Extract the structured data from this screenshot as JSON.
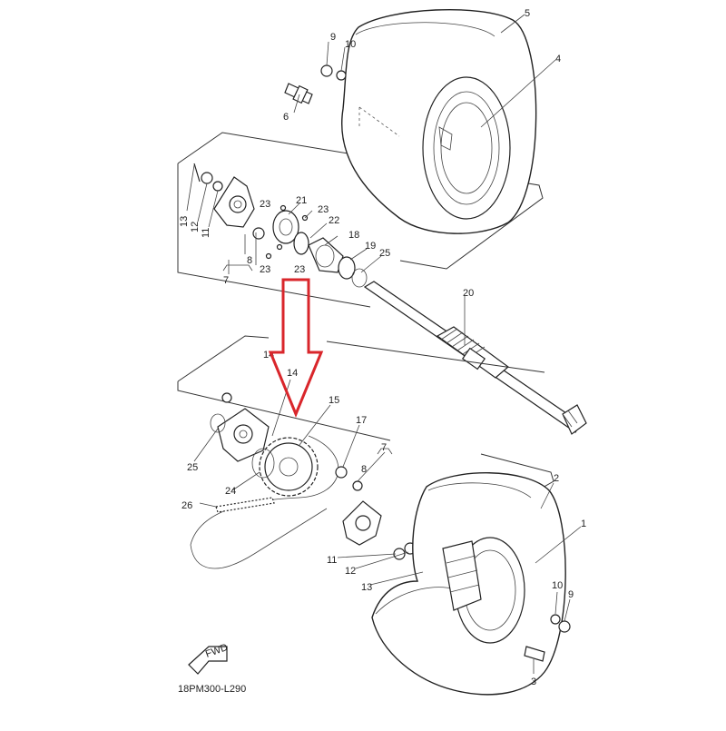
{
  "diagram": {
    "code": "18PM300-L290",
    "fwd_label": "FWD",
    "callouts": [
      "1",
      "2",
      "3",
      "4",
      "5",
      "6",
      "7",
      "8",
      "9",
      "10",
      "11",
      "12",
      "13",
      "14",
      "15",
      "17",
      "18",
      "19",
      "20",
      "21",
      "22",
      "23",
      "24",
      "25",
      "26"
    ],
    "highlight_color": "#d9262b"
  }
}
